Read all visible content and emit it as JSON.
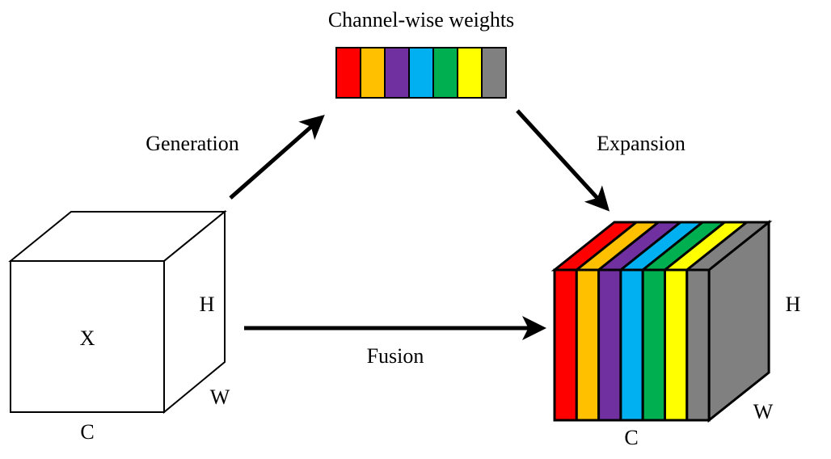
{
  "title": "Channel-wise weights",
  "labels": {
    "generation": "Generation",
    "expansion": "Expansion",
    "fusion": "Fusion"
  },
  "input_cube": {
    "name": "X",
    "height_label": "H",
    "width_label": "W",
    "channel_label": "C",
    "fill": "#ffffff"
  },
  "output_cube": {
    "height_label": "H",
    "width_label": "W",
    "channel_label": "C"
  },
  "channel_colors": [
    "#ff0000",
    "#ffc000",
    "#7030a0",
    "#00b0f0",
    "#00b050",
    "#ffff00",
    "#808080"
  ]
}
